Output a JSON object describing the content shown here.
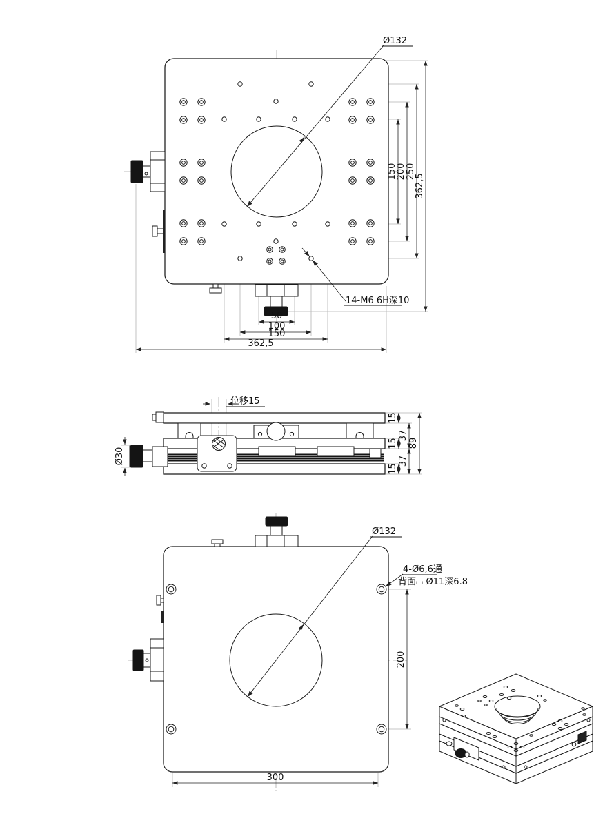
{
  "views": {
    "top": {
      "bore_label": "Ø132",
      "thread_note": "14-M6 6H深10",
      "dim_right_150": "150",
      "dim_right_200": "200",
      "dim_right_250": "250",
      "dim_right_total": "362,5",
      "dim_bottom_50": "50",
      "dim_bottom_100": "100",
      "dim_bottom_150": "150",
      "dim_bottom_total": "362,5"
    },
    "side": {
      "travel_note": "位移15",
      "knob_dia": "Ø30",
      "dim_plate_top": "15",
      "dim_span_upper": "37",
      "dim_plate_mid": "15",
      "dim_span_lower": "37",
      "dim_plate_bottom": "15",
      "dim_total_height": "89"
    },
    "bottom": {
      "bore_label": "Ø132",
      "cbore_note_line1": "4-Ø6,6通",
      "cbore_note_line2": "背面⌴ Ø11深6.8",
      "dim_hole_spacing": "200",
      "dim_width": "300"
    }
  },
  "line_color": "#1b1b1b"
}
